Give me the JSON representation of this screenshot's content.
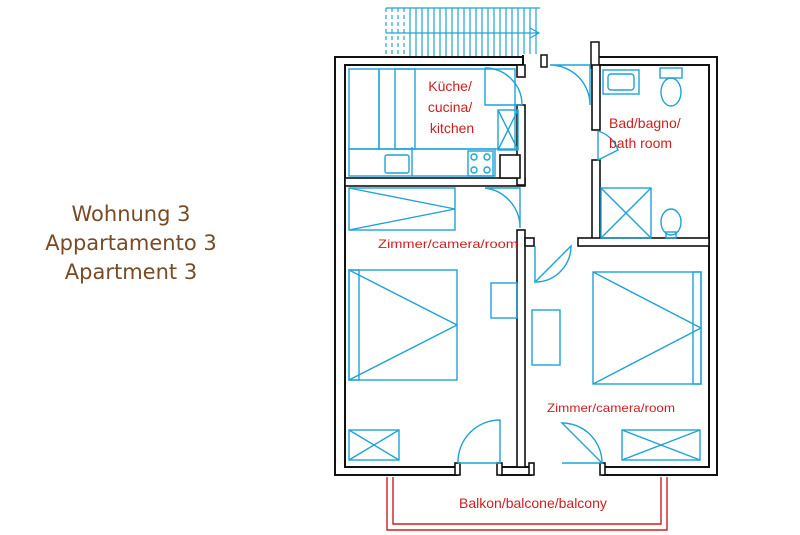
{
  "title": {
    "line1": "Wohnung 3",
    "line2": "Appartamento 3",
    "line3": "Apartment 3"
  },
  "rooms": {
    "kitchen": [
      "Küche/",
      "cucina/",
      "kitchen"
    ],
    "bathroom": [
      "Bad/bagno/",
      "bath room"
    ],
    "room_left": "Zimmer/camera/room",
    "room_right": "Zimmer/camera/room",
    "balcony": "Balkon/balcone/balcony"
  },
  "colors": {
    "wall": "#111111",
    "furniture": "#1ea3d6",
    "label": "#d01e1e",
    "title": "#7a4a25",
    "balcony_rail": "#d01e1e"
  }
}
